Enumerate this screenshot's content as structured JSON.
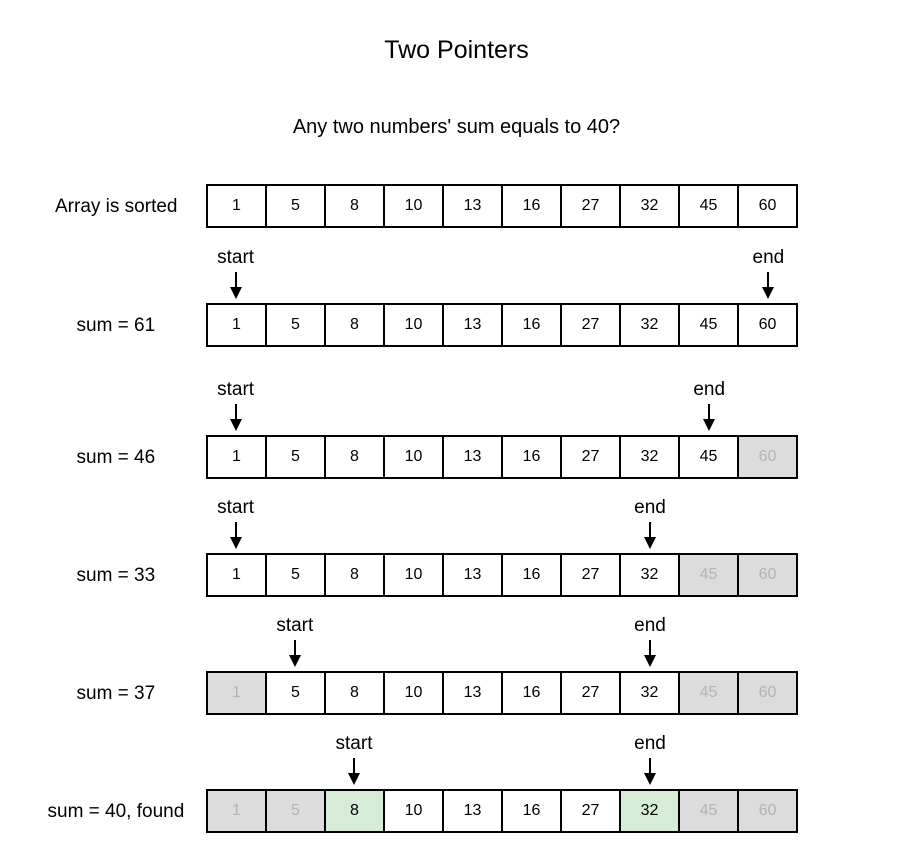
{
  "title": "Two Pointers",
  "subtitle": "Any two numbers' sum equals to 40?",
  "array_values": [
    "1",
    "5",
    "8",
    "10",
    "13",
    "16",
    "27",
    "32",
    "45",
    "60"
  ],
  "pointer_labels": {
    "start": "start",
    "end": "end"
  },
  "rows": [
    {
      "label": "Array is sorted",
      "start": null,
      "end": null,
      "excluded": [],
      "found": []
    },
    {
      "label": "sum = 61",
      "start": 0,
      "end": 9,
      "excluded": [],
      "found": []
    },
    {
      "label": "sum = 46",
      "start": 0,
      "end": 8,
      "excluded": [
        9
      ],
      "found": []
    },
    {
      "label": "sum = 33",
      "start": 0,
      "end": 7,
      "excluded": [
        8,
        9
      ],
      "found": []
    },
    {
      "label": "sum = 37",
      "start": 1,
      "end": 7,
      "excluded": [
        0,
        8,
        9
      ],
      "found": []
    },
    {
      "label": "sum = 40, found",
      "start": 2,
      "end": 7,
      "excluded": [
        0,
        1,
        8,
        9
      ],
      "found": [
        2,
        7
      ]
    }
  ],
  "colors": {
    "excluded_fill": "#dcdcdc",
    "excluded_text": "#b4b4b4",
    "found_fill": "#d6ecd6"
  }
}
